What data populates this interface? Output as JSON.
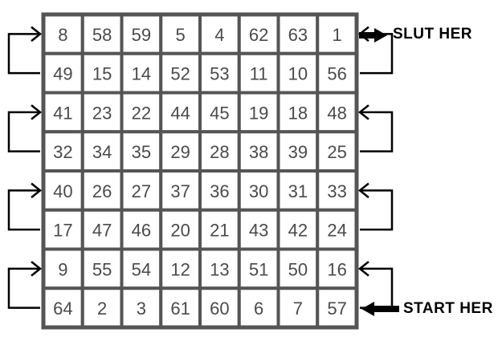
{
  "grid": {
    "rows": [
      [
        8,
        58,
        59,
        5,
        4,
        62,
        63,
        1
      ],
      [
        49,
        15,
        14,
        52,
        53,
        11,
        10,
        56
      ],
      [
        41,
        23,
        22,
        44,
        45,
        19,
        18,
        48
      ],
      [
        32,
        34,
        35,
        29,
        28,
        38,
        39,
        25
      ],
      [
        40,
        26,
        27,
        37,
        36,
        30,
        31,
        33
      ],
      [
        17,
        47,
        46,
        20,
        21,
        43,
        42,
        24
      ],
      [
        9,
        55,
        54,
        12,
        13,
        51,
        50,
        16
      ],
      [
        64,
        2,
        3,
        61,
        60,
        6,
        7,
        57
      ]
    ],
    "text_color": "#4a4a4a",
    "border_color": "#555555"
  },
  "labels": {
    "finish": "SLUT HER",
    "start": "START HER"
  },
  "connectors": {
    "right_side": [
      [
        0,
        1
      ],
      [
        2,
        3
      ],
      [
        4,
        5
      ],
      [
        6,
        7
      ]
    ],
    "left_side": [
      [
        1,
        0
      ],
      [
        3,
        2
      ],
      [
        5,
        4
      ],
      [
        7,
        6
      ]
    ]
  },
  "icons": {
    "finish_arrow": "right-arrow-icon",
    "start_arrow": "left-arrow-icon"
  }
}
